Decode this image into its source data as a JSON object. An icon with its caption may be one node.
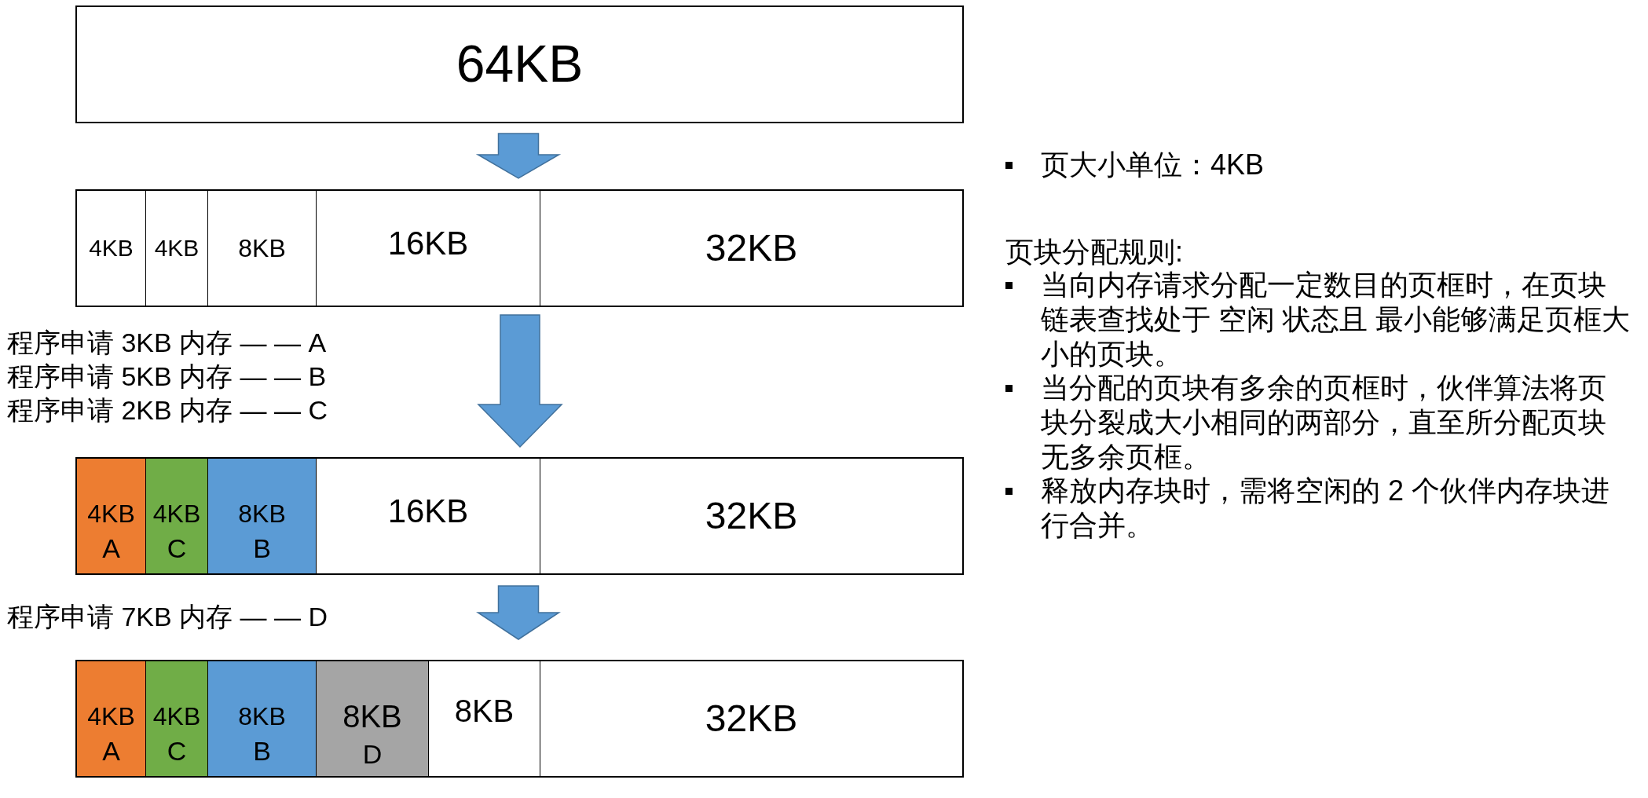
{
  "diagram": {
    "nodes": [
      {
        "text": [
          "64KB"
        ]
      },
      {
        "text": [],
        "shape": "box"
      },
      {
        "text": [
          "4KB"
        ],
        "in": 1
      },
      {
        "text": [
          "4KB"
        ],
        "in": 1
      },
      {
        "text": [
          "8KB"
        ],
        "in": 1
      },
      {
        "text": [
          "16KB"
        ],
        "in": 1
      },
      {
        "text": [
          "32KB"
        ],
        "in": 1
      },
      {
        "text": [],
        "shape": "box"
      },
      {
        "text": [
          "4KB",
          "A"
        ],
        "in": 7
      },
      {
        "text": [
          "4KB",
          "C"
        ],
        "in": 7
      },
      {
        "text": [
          "8KB",
          "B"
        ],
        "in": 7
      },
      {
        "text": [
          "16KB"
        ],
        "in": 7
      },
      {
        "text": [
          "32KB"
        ],
        "in": 7
      },
      {
        "text": [],
        "shape": "box"
      },
      {
        "text": [
          "4KB",
          "A"
        ],
        "in": 13
      },
      {
        "text": [
          "4KB",
          "C"
        ],
        "in": 13
      },
      {
        "text": [
          "8KB",
          "B"
        ],
        "in": 13
      },
      {
        "text": [
          "8KB",
          "D"
        ],
        "in": 13
      },
      {
        "text": [
          "8KB"
        ],
        "in": 13
      },
      {
        "text": [
          "32KB"
        ],
        "in": 13
      }
    ],
    "edges": [
      {
        "from": 0,
        "to": 1,
        "arrow": "to",
        "style": "thick"
      },
      {
        "from": 1,
        "to": 7,
        "arrow": "to",
        "style": "thick"
      },
      {
        "from": 7,
        "to": 13,
        "arrow": "to",
        "style": "thick"
      }
    ],
    "labels": [
      "程序申请 3KB 内存 — — A",
      "程序申请 5KB 内存 — — B",
      "程序申请 2KB 内存 — — C",
      "程序申请 7KB 内存 — — D",
      "页大小单位：4KB",
      "页块分配规则:",
      "当向内存请求分配一定数目的页框时，在页块链表查找处于 空闲 状态且 最小能够满足页框大小的页块。",
      "当分配的页块有多余的页框时，伙伴算法将页块分裂成大小相同的两部分，直至所分配页块无多余页框。",
      "释放内存块时，需将空闲的 2 个伙伴内存块进行合并。"
    ]
  }
}
